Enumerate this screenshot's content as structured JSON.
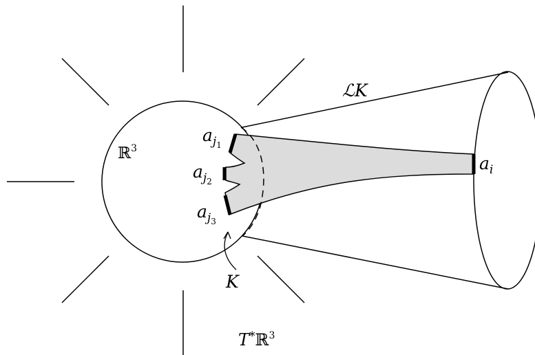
{
  "labels": {
    "r3": "ℝ",
    "r3_sup": "3",
    "lk_cal": "ℒ",
    "lk_k": "K",
    "a": "a",
    "j": "j",
    "sub1": "1",
    "sub2": "2",
    "sub3": "3",
    "i": "i",
    "knot": "K",
    "t": "T",
    "star": "*",
    "tr3": "ℝ",
    "tr3_sup": "3"
  }
}
